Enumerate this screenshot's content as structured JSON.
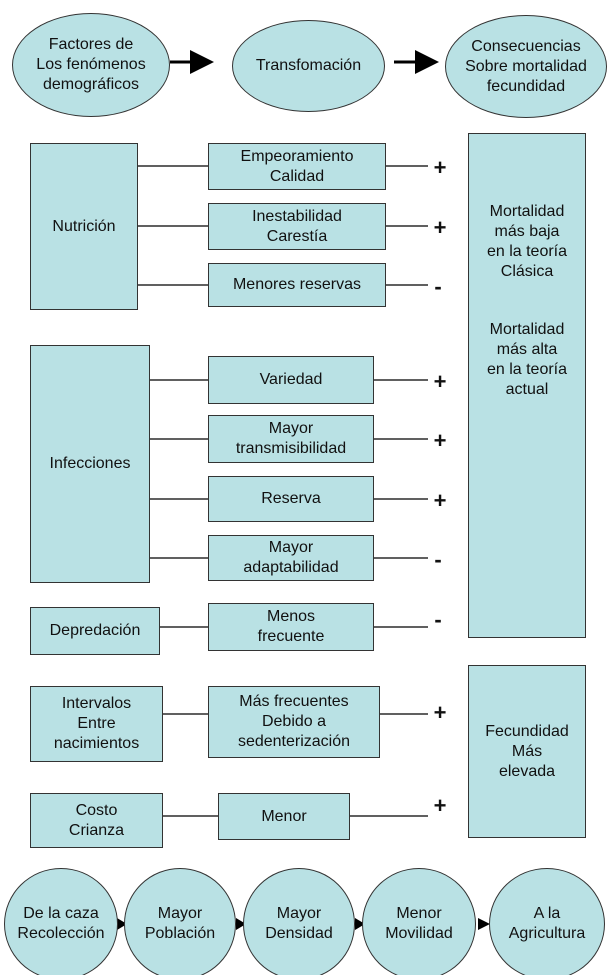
{
  "colors": {
    "fill": "#b9e1e4",
    "stroke": "#333333"
  },
  "header": {
    "factores": "Factores de\nLos fenómenos\ndemográficos",
    "transformacion": "Transfomación",
    "consecuencias": "Consecuencias\nSobre mortalidad\nfecundidad"
  },
  "factors": {
    "nutricion": "Nutrición",
    "infecciones": "Infecciones",
    "depredacion": "Depredación",
    "intervalos": "Intervalos\nEntre\nnacimientos",
    "costo": "Costo\nCrianza"
  },
  "transforms": [
    {
      "label": "Empeoramiento\nCalidad",
      "sign": "+"
    },
    {
      "label": "Inestabilidad\nCarestía",
      "sign": "+"
    },
    {
      "label": "Menores reservas",
      "sign": "-"
    },
    {
      "label": "Variedad",
      "sign": "+"
    },
    {
      "label": "Mayor\ntransmisibilidad",
      "sign": "+"
    },
    {
      "label": "Reserva",
      "sign": "+"
    },
    {
      "label": "Mayor\nadaptabilidad",
      "sign": "-"
    },
    {
      "label": "Menos\nfrecuente",
      "sign": "-"
    },
    {
      "label": "Más frecuentes\nDebido a\nsedenterización",
      "sign": "+"
    },
    {
      "label": "Menor",
      "sign": "+"
    }
  ],
  "consequences": {
    "mortalidad_baja": "Mortalidad\nmás baja\nen la teoría\nClásica",
    "mortalidad_alta": "Mortalidad\nmás alta\nen la teoría\nactual",
    "fecundidad": "Fecundidad\nMás\nelevada"
  },
  "sequence": [
    "De la caza\nRecolección",
    "Mayor\nPoblación",
    "Mayor\nDensidad",
    "Menor\nMovilidad",
    "A la\nAgricultura"
  ]
}
